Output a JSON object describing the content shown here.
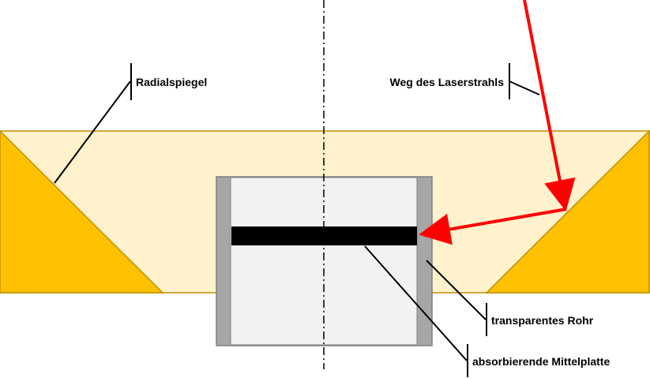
{
  "labels": {
    "radial_mirror": "Radialspiegel",
    "laser_path": "Weg des Laserstrahls",
    "transparent_tube": "transparentes Rohr",
    "absorbing_plate": "absorbierende Mittelplatte"
  },
  "colors": {
    "band_fill": "#fff2cc",
    "band_stroke": "#bf9000",
    "mirror_fill": "#ffc000",
    "tube_wall": "#a6a6a6",
    "tube_inner": "#f2f2f2",
    "plate": "#000000",
    "laser": "#ff0000",
    "axis": "#000000"
  }
}
